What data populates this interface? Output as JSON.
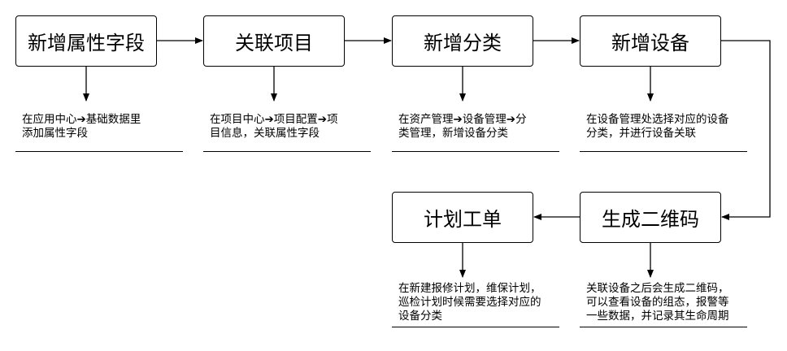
{
  "colors": {
    "stroke": "#000000",
    "background": "#ffffff",
    "text": "#000000"
  },
  "steps": [
    {
      "id": "s1",
      "title": "新增属性字段",
      "note": [
        "在应用中心➔基础数据里",
        "添加属性字段"
      ]
    },
    {
      "id": "s2",
      "title": "关联项目",
      "note": [
        "在项目中心➔项目配置➔项",
        "目信息，关联属性字段"
      ]
    },
    {
      "id": "s3",
      "title": "新增分类",
      "note": [
        "在资产管理➔设备管理➔分",
        "类管理，新增设备分类"
      ]
    },
    {
      "id": "s4",
      "title": "新增设备",
      "note": [
        "在设备管理处选择对应的设备",
        "分类，并进行设备关联"
      ]
    },
    {
      "id": "s5",
      "title": "生成二维码",
      "note": [
        "关联设备之后会生成二维码，",
        "可以查看设备的组态，报警等",
        "一些数据，并记录其生命周期"
      ]
    },
    {
      "id": "s6",
      "title": "计划工单",
      "note": [
        "在新建报修计划，维保计划，",
        "巡检计划时候需要选择对应的",
        "设备分类"
      ]
    }
  ]
}
